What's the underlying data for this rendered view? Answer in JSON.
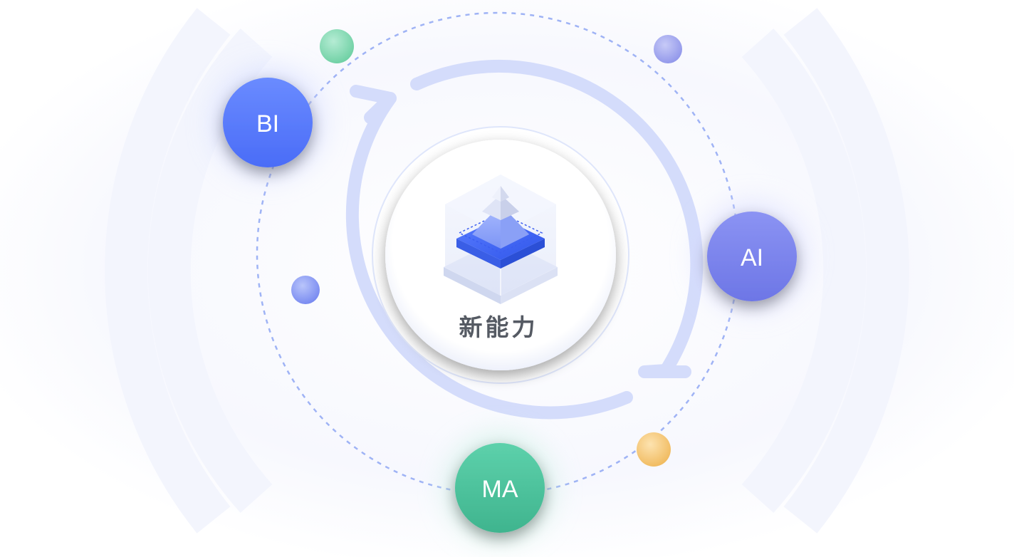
{
  "center": {
    "label": "新能力",
    "icon": "layered-pyramid-icon"
  },
  "nodes": [
    {
      "key": "bi",
      "label": "BI",
      "color": "#5b7cff"
    },
    {
      "key": "ai",
      "label": "AI",
      "color": "#7b84ee"
    },
    {
      "key": "ma",
      "label": "MA",
      "color": "#4dc49d"
    }
  ],
  "decorative_dots": [
    {
      "key": "green",
      "color": "#88ddb8"
    },
    {
      "key": "purple",
      "color": "#a6aaf2"
    },
    {
      "key": "blue",
      "color": "#8d9df5"
    },
    {
      "key": "orange",
      "color": "#f6c77a"
    }
  ],
  "colors": {
    "ring_dashed": "#9fb3f5",
    "cycle_arc": "#d4dcfb",
    "halo": "#f4f6fe"
  }
}
